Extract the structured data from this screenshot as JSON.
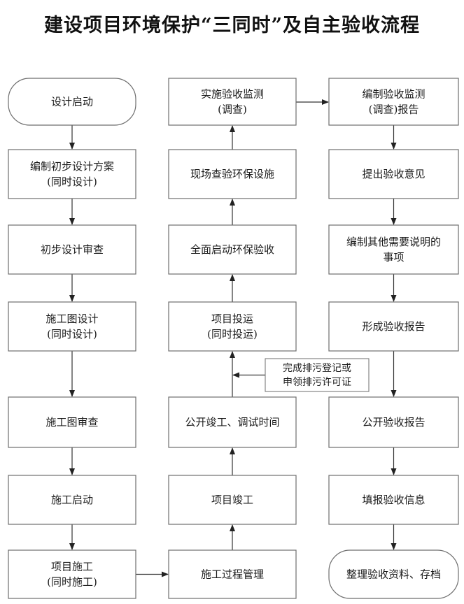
{
  "title": "建设项目环境保护“三同时”及自主验收流程",
  "columns": {
    "left": [
      {
        "id": "design-start",
        "lines": [
          "设计启动"
        ],
        "shape": "rounded"
      },
      {
        "id": "prelim-plan",
        "lines": [
          "编制初步设计方案",
          "(同时设计)"
        ],
        "shape": "rect"
      },
      {
        "id": "prelim-review",
        "lines": [
          "初步设计审查"
        ],
        "shape": "rect"
      },
      {
        "id": "construction-design",
        "lines": [
          "施工图设计",
          "(同时设计)"
        ],
        "shape": "rect"
      },
      {
        "id": "construction-review",
        "lines": [
          "施工图审查"
        ],
        "shape": "rect"
      },
      {
        "id": "construction-start",
        "lines": [
          "施工启动"
        ],
        "shape": "rect"
      },
      {
        "id": "project-construction",
        "lines": [
          "项目施工",
          "(同时施工)"
        ],
        "shape": "rect"
      }
    ],
    "middle": [
      {
        "id": "monitoring",
        "lines": [
          "实施验收监测",
          "(调查)"
        ],
        "shape": "rect"
      },
      {
        "id": "site-inspection",
        "lines": [
          "现场查验环保设施"
        ],
        "shape": "rect"
      },
      {
        "id": "full-acceptance",
        "lines": [
          "全面启动环保验收"
        ],
        "shape": "rect"
      },
      {
        "id": "operation",
        "lines": [
          "项目投运",
          "(同时投运)"
        ],
        "shape": "rect"
      },
      {
        "id": "publish-times",
        "lines": [
          "公开竣工、调试时间"
        ],
        "shape": "rect"
      },
      {
        "id": "completion",
        "lines": [
          "项目竣工"
        ],
        "shape": "rect"
      },
      {
        "id": "process-mgmt",
        "lines": [
          "施工过程管理"
        ],
        "shape": "rect"
      }
    ],
    "right": [
      {
        "id": "monitoring-report",
        "lines": [
          "编制验收监测",
          "(调查)报告"
        ],
        "shape": "rect"
      },
      {
        "id": "opinion",
        "lines": [
          "提出验收意见"
        ],
        "shape": "rect"
      },
      {
        "id": "other-matters",
        "lines": [
          "编制其他需要说明的",
          "事项"
        ],
        "shape": "rect"
      },
      {
        "id": "form-report",
        "lines": [
          "形成验收报告"
        ],
        "shape": "rect"
      },
      {
        "id": "publish-report",
        "lines": [
          "公开验收报告"
        ],
        "shape": "rect"
      },
      {
        "id": "fill-info",
        "lines": [
          "填报验收信息"
        ],
        "shape": "rect"
      },
      {
        "id": "archive",
        "lines": [
          "整理验收资料、存档"
        ],
        "shape": "rounded"
      }
    ]
  },
  "note": {
    "lines": [
      "完成排污登记或",
      "申领排污许可证"
    ]
  }
}
